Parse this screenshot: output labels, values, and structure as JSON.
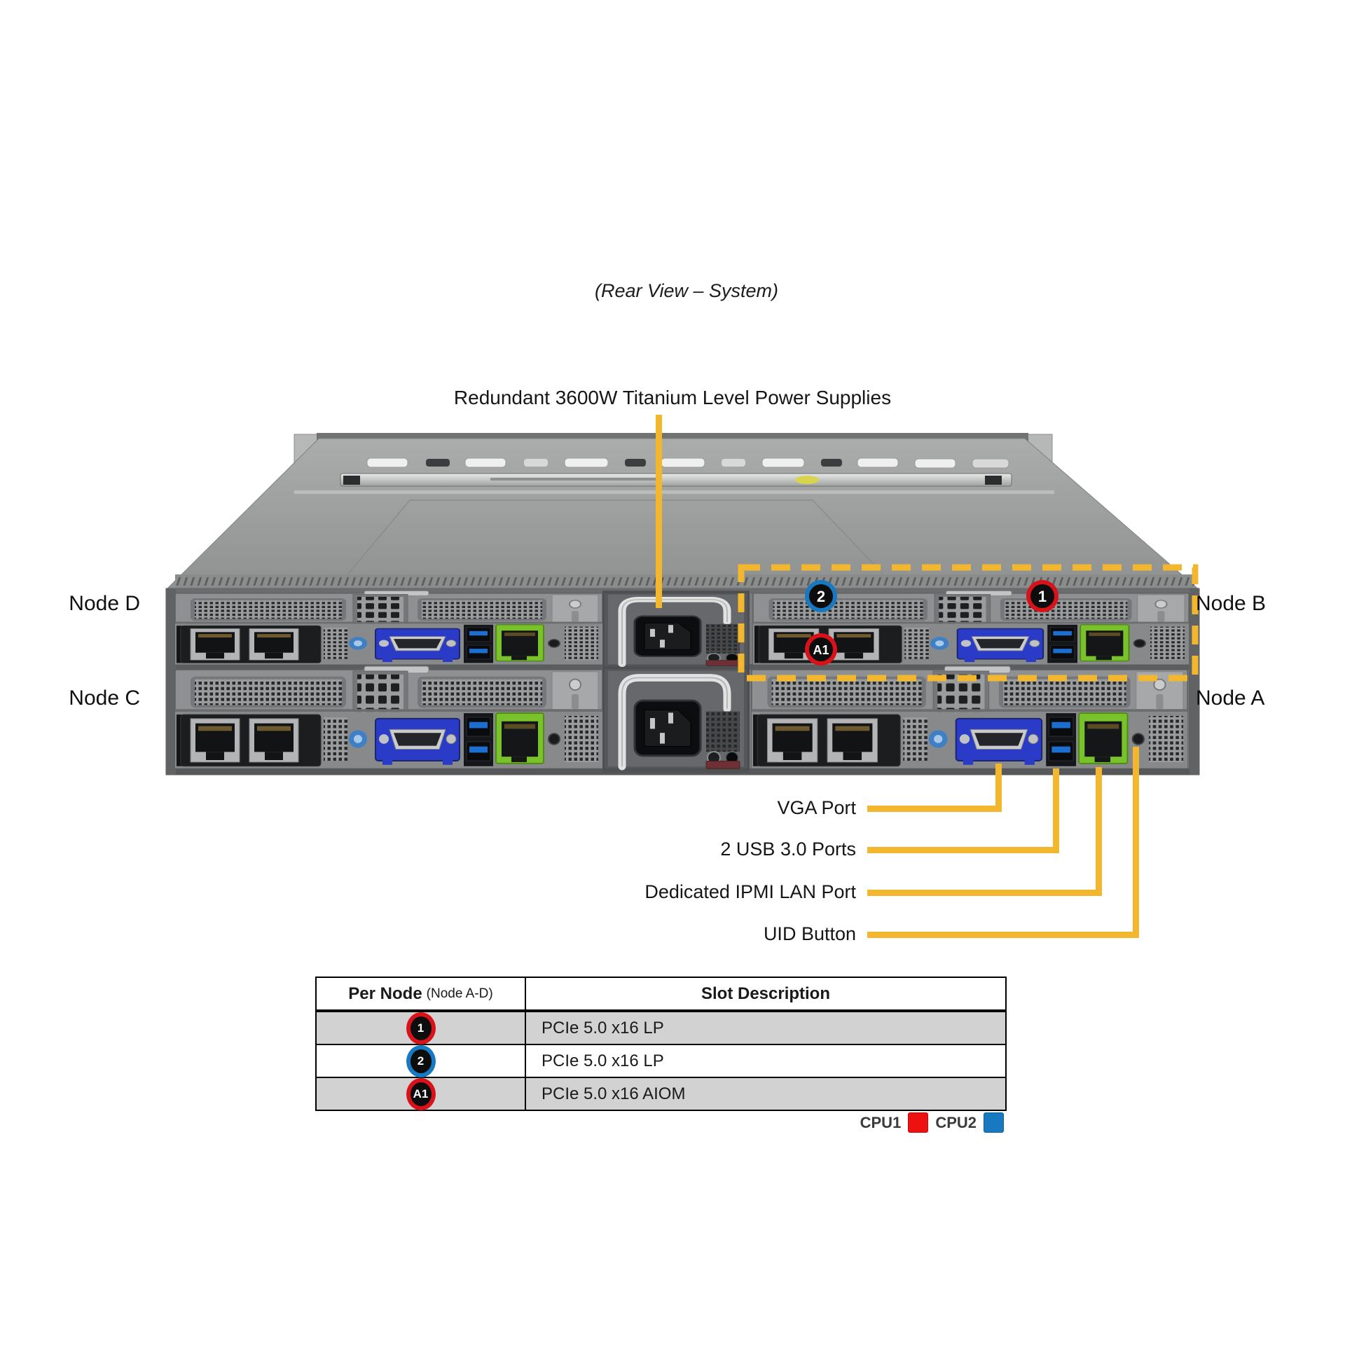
{
  "title": "(Rear View – System)",
  "psu_callout": {
    "label": "Redundant 3600W Titanium Level Power Supplies"
  },
  "nodes": {
    "top_left": "Node D",
    "top_right": "Node B",
    "bottom_left": "Node C",
    "bottom_right": "Node A"
  },
  "callouts": [
    {
      "label": "VGA Port"
    },
    {
      "label": "2 USB 3.0 Ports"
    },
    {
      "label": "Dedicated IPMI LAN Port"
    },
    {
      "label": "UID Button"
    }
  ],
  "badges": {
    "slot1": "1",
    "slot2": "2",
    "aiom": "A1"
  },
  "table": {
    "header": {
      "per_node": "Per Node",
      "per_node_sub": "(Node A-D)",
      "slot_desc": "Slot Description"
    },
    "rows": [
      {
        "slot": "1",
        "desc": "PCIe 5.0 x16 LP",
        "cpu": "CPU1"
      },
      {
        "slot": "2",
        "desc": "PCIe 5.0 x16 LP",
        "cpu": "CPU2"
      },
      {
        "slot": "A1",
        "desc": "PCIe 5.0 x16 AIOM",
        "cpu": "CPU1"
      }
    ]
  },
  "legend": {
    "items": [
      {
        "label": "CPU1",
        "color": "#ee1111"
      },
      {
        "label": "CPU2",
        "color": "#1878c0"
      }
    ]
  },
  "colors": {
    "annotation_yellow": "#f2b72e",
    "slot1_ring_red": "#d81219",
    "slot2_ring_blue": "#1878c0",
    "ipmi_green": "#7ac22c",
    "vga_blue": "#2a3bc8",
    "chassis_gray": "#8e9092"
  }
}
